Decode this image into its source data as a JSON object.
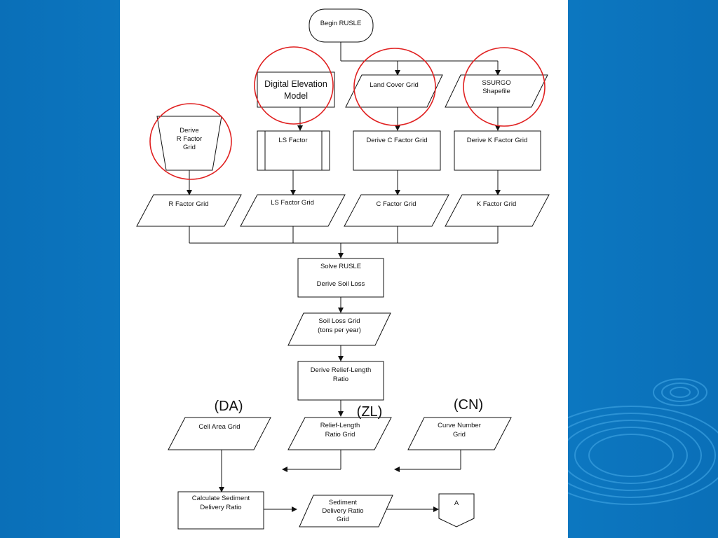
{
  "diagram": {
    "begin": "Begin RUSLE",
    "dem": [
      "Digital Elevation",
      "Model"
    ],
    "land_cover": "Land Cover Grid",
    "ssurgo": [
      "SSURGO",
      "Shapefile"
    ],
    "derive_r": [
      "Derive",
      "R Factor",
      "Grid"
    ],
    "ls_factor": "LS Factor",
    "derive_c": "Derive C Factor Grid",
    "derive_k": "Derive K Factor Grid",
    "r_grid": "R Factor Grid",
    "ls_grid": "LS Factor Grid",
    "c_grid": "C Factor Grid",
    "k_grid": "K Factor Grid",
    "solve": [
      "Solve RUSLE",
      "Derive Soil Loss"
    ],
    "soil_loss": [
      "Soil Loss Grid",
      "(tons per year)"
    ],
    "relief": [
      "Derive Relief-Length",
      "Ratio"
    ],
    "cell_area": "Cell Area Grid",
    "relief_grid": [
      "Relief-Length",
      "Ratio Grid"
    ],
    "cn_grid": [
      "Curve Number",
      "Grid"
    ],
    "calc_sdr": [
      "Calculate Sediment",
      "Delivery Ratio"
    ],
    "sdr_grid": [
      "Sediment",
      "Delivery Ratio",
      "Grid"
    ],
    "connector": "A",
    "notes": {
      "da": "(DA)",
      "zl": "(ZL)",
      "cn": "(CN)"
    }
  },
  "colors": {
    "highlight_circle": "#e02020",
    "slide_blue": "#0a6fb8"
  }
}
